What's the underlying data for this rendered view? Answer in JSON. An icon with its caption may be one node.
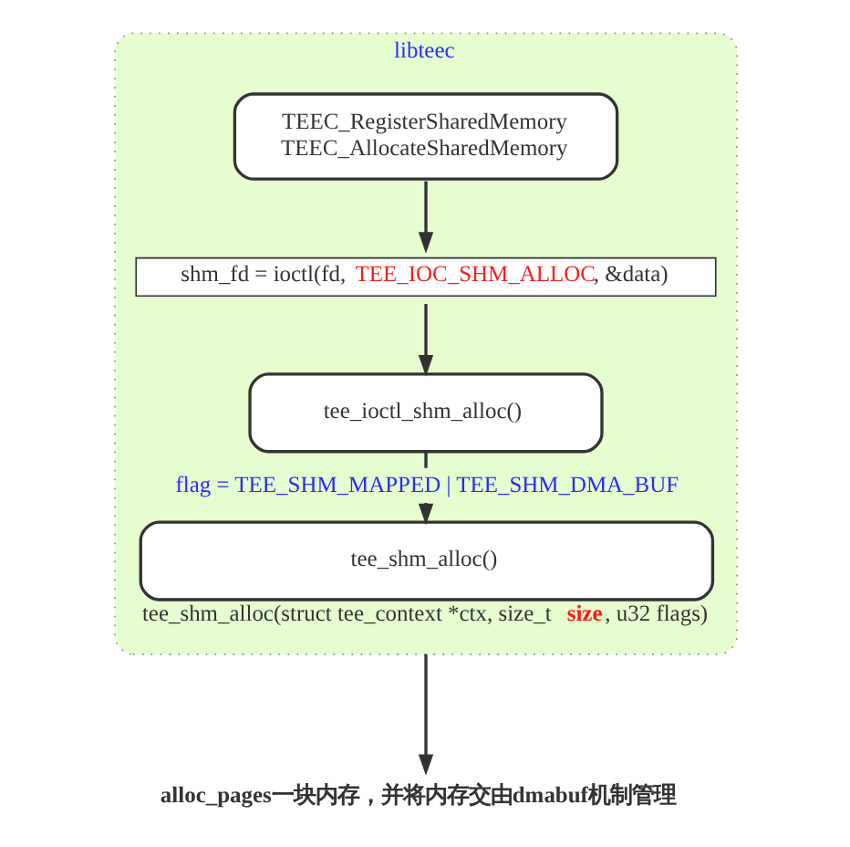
{
  "diagram": {
    "nodes": [
      {
        "text": [
          "libteec"
        ]
      },
      {
        "text": [
          "TEEC_RegisterSharedMemory",
          "TEEC_AllocateSharedMemory"
        ],
        "in": 0
      },
      {
        "text": [
          "shm_fd = ioctl(fd, TEE_IOC_SHM_ALLOC, &data)"
        ],
        "in": 0
      },
      {
        "text": [
          "tee_ioctl_shm_alloc()"
        ],
        "in": 0
      },
      {
        "text": [
          "tee_shm_alloc()"
        ],
        "in": 0,
        "beside": [
          "tee_shm_alloc(struct tee_context *ctx, size_t **size**, u32 flags)"
        ]
      },
      {
        "text": [
          "alloc_pages一块内存，并将内存交由dmabuf机制管理"
        ]
      }
    ],
    "edges": [
      {
        "from": 1,
        "to": 2,
        "arrow": "to"
      },
      {
        "from": 2,
        "to": 3,
        "arrow": "to"
      },
      {
        "from": 3,
        "to": 4,
        "arrow": "to",
        "label": "flag = TEE_SHM_MAPPED | TEE_SHM_DMA_BUF"
      },
      {
        "from": 0,
        "to": 5,
        "arrow": "to"
      }
    ]
  }
}
